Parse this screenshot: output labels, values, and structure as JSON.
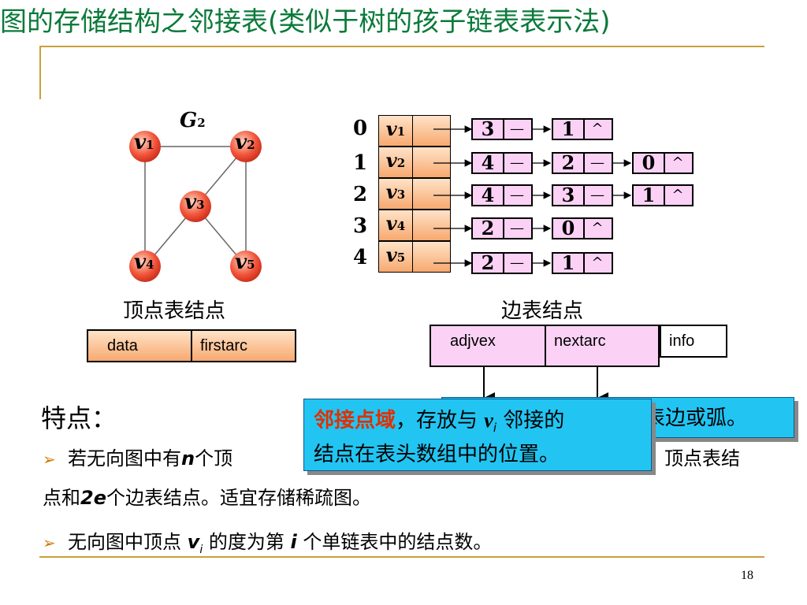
{
  "title": "图的存储结构之邻接表(类似于树的孩子链表表示法)",
  "graph": {
    "name": "G",
    "name_sub": "2",
    "nodes": [
      {
        "label": "v",
        "sub": "1"
      },
      {
        "label": "v",
        "sub": "2"
      },
      {
        "label": "v",
        "sub": "3"
      },
      {
        "label": "v",
        "sub": "4"
      },
      {
        "label": "v",
        "sub": "5"
      }
    ]
  },
  "adj": {
    "indices": [
      "0",
      "1",
      "2",
      "3",
      "4"
    ],
    "vertices": [
      {
        "label": "v",
        "sub": "1"
      },
      {
        "label": "v",
        "sub": "2"
      },
      {
        "label": "v",
        "sub": "3"
      },
      {
        "label": "v",
        "sub": "4"
      },
      {
        "label": "v",
        "sub": "5"
      }
    ],
    "lists": [
      [
        "3",
        "1"
      ],
      [
        "4",
        "2",
        "0"
      ],
      [
        "4",
        "3",
        "1"
      ],
      [
        "2",
        "0"
      ],
      [
        "2",
        "1"
      ]
    ],
    "null_symbol": "^"
  },
  "vertex_node": {
    "caption": "顶点表结点",
    "fields": [
      "data",
      "firstarc"
    ]
  },
  "edge_node": {
    "caption": "边表结点",
    "fields": [
      "adjvex",
      "nextarc",
      "info"
    ]
  },
  "callout": {
    "highlight": "邻接点域",
    "line1_rest": "，存放与 ",
    "var": "v",
    "var_sub": "i",
    "line1_end": " 邻接的",
    "line2": "结点在表头数组中的位置。"
  },
  "behind_callout": "表边或弧。",
  "features": {
    "heading": "特点：",
    "bullet1_a": "若无向图中有",
    "bullet1_n": "n",
    "bullet1_b": "个顶",
    "bullet1_c": "顶点表结",
    "bullet1_line2_a": "点和",
    "bullet1_line2_2e": "2e",
    "bullet1_line2_b": "个边表结点。适宜存储稀疏图。",
    "bullet2_a": "无向图中顶点 ",
    "bullet2_v": "v",
    "bullet2_vsub": "i",
    "bullet2_b": " 的度为第 ",
    "bullet2_i": "i",
    "bullet2_c": " 个单链表中的结点数。"
  },
  "page_number": "18",
  "colors": {
    "title": "#0b7a3a",
    "accent_line": "#c9a13a",
    "callout_bg": "#22c4f2",
    "highlight": "#e03000",
    "bullet": "#d07a00"
  }
}
